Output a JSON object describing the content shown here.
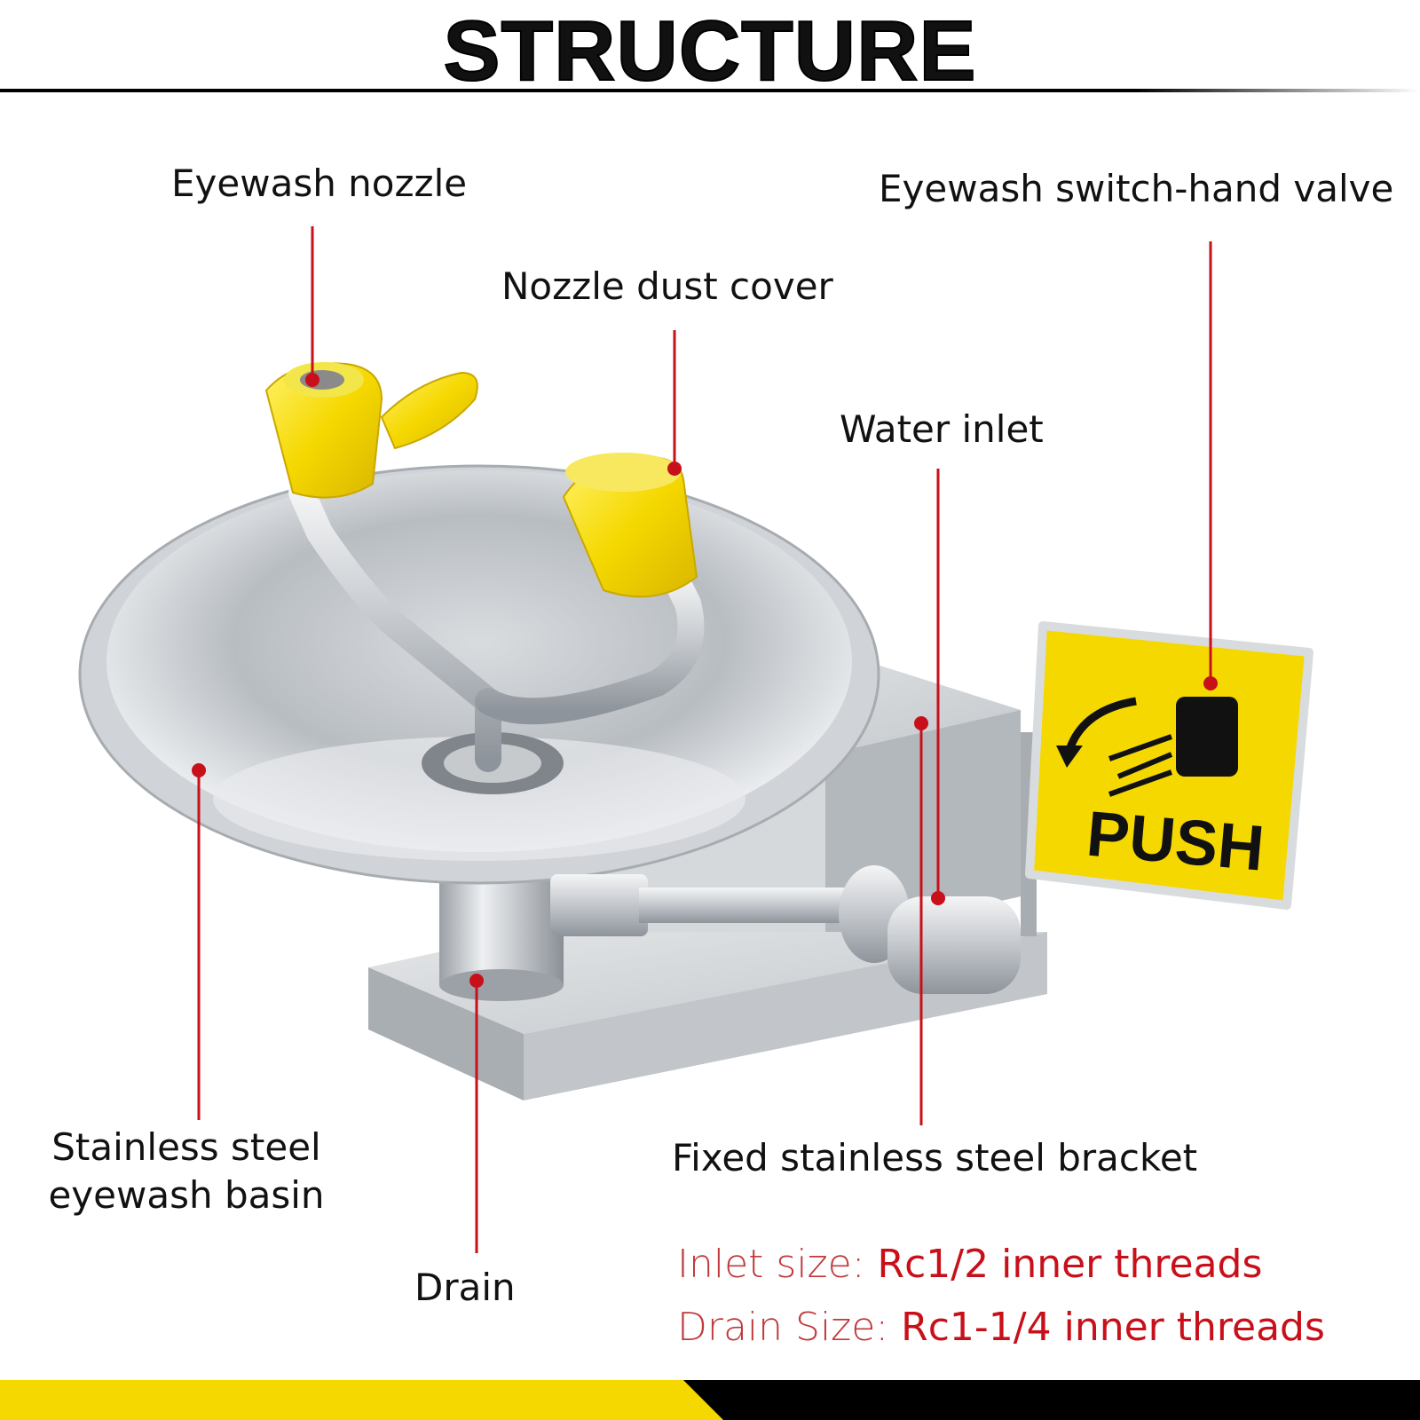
{
  "title": "STRUCTURE",
  "labels": {
    "eyewash_nozzle": "Eyewash nozzle",
    "nozzle_dust_cover": "Nozzle dust cover",
    "switch_hand_valve": "Eyewash switch-hand valve",
    "water_inlet": "Water inlet",
    "basin_line1": "Stainless steel",
    "basin_line2": "eyewash basin",
    "fixed_bracket": "Fixed stainless steel bracket",
    "drain": "Drain"
  },
  "push_sign": {
    "text": "PUSH"
  },
  "specs": {
    "inlet_key": "Inlet size: ",
    "inlet_value": "Rc1/2 inner threads",
    "drain_key": "Drain Size: ",
    "drain_value": "Rc1-1/4 inner threads"
  },
  "colors": {
    "accent_yellow": "#f5d800",
    "leader_red": "#c8101a",
    "steel": "#c9ccd0",
    "band_black": "#000000"
  }
}
